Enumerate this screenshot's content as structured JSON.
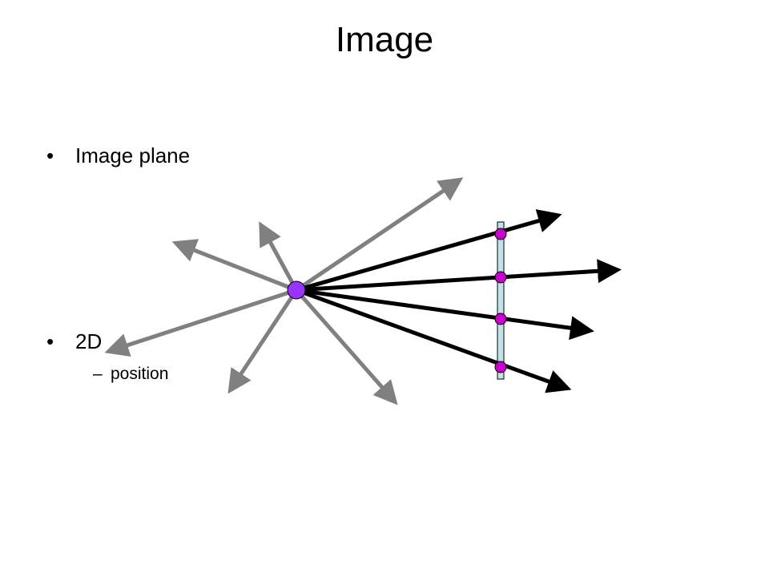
{
  "slide": {
    "title": "Image",
    "bullets": [
      {
        "marker": "•",
        "text": "Image plane"
      },
      {
        "marker": "•",
        "text": "2D"
      }
    ],
    "sub_bullets": [
      {
        "marker": "–",
        "text": "position"
      }
    ]
  },
  "diagram": {
    "colors": {
      "gray_ray": "#808080",
      "black_ray": "#000000",
      "point_source": "#9933ff",
      "intersection": "#cc00cc",
      "image_plane": "#bfe3e8"
    }
  }
}
